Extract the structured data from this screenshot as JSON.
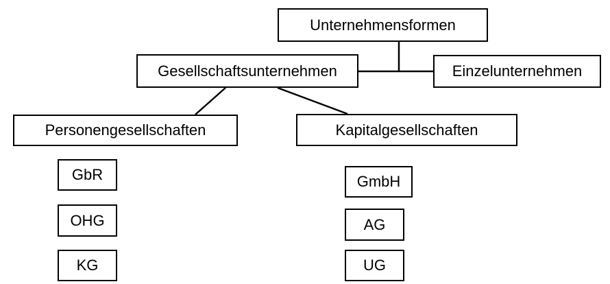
{
  "diagram": {
    "root": "Unternehmensformen",
    "branches": {
      "gesellschaft": "Gesellschaftsunternehmen",
      "einzel": "Einzelunternehmen"
    },
    "groups": {
      "personen": {
        "label": "Personengesellschaften",
        "items": [
          "GbR",
          "OHG",
          "KG"
        ]
      },
      "kapital": {
        "label": "Kapitalgesellschaften",
        "items": [
          "GmbH",
          "AG",
          "UG"
        ]
      }
    }
  },
  "colors": {
    "stroke": "#000000",
    "background": "#ffffff",
    "text": "#000000"
  }
}
